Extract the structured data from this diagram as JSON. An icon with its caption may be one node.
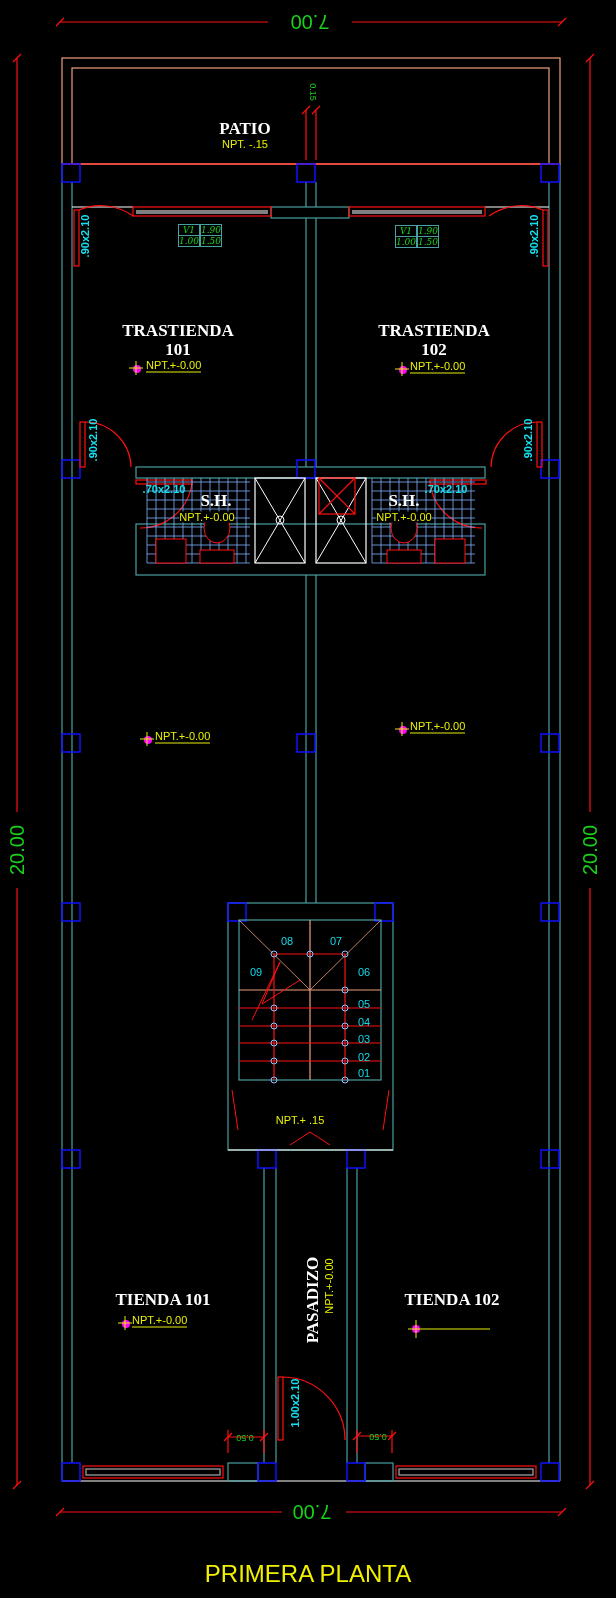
{
  "diagram": {
    "caption": "PRIMERA PLANTA",
    "nodes": [
      {
        "text": [
          "PATIO",
          "NPT. -.15"
        ]
      },
      {
        "text": [
          "TRASTIENDA 101",
          "NPT.+-0.00"
        ]
      },
      {
        "text": [
          "TRASTIENDA 102",
          "NPT.+-0.00"
        ]
      },
      {
        "text": [
          "S.H.",
          "NPT.+-0.00"
        ]
      },
      {
        "text": [
          "S.H.",
          "NPT.+-0.00"
        ]
      },
      {
        "text": [
          "NPT.+ .15"
        ]
      },
      {
        "text": [
          "TIENDA 101",
          "NPT.+-0.00"
        ]
      },
      {
        "text": [
          "PASADIZO",
          "NPT.+-0.00"
        ]
      },
      {
        "text": [
          "TIENDA 102"
        ]
      }
    ],
    "labels": [
      "7.00",
      "0.15",
      "V1",
      "1.90",
      "1.00",
      "1.50",
      "V1",
      "1.90",
      "1.00",
      "1.50",
      ".90x2.10",
      ".90x2.10",
      ".90x2.10",
      ".90x2.10",
      ".70x2.10",
      ".70x2.10",
      "NPT.+-0.00",
      "NPT.+-0.00",
      "20.00",
      "20.00",
      "08",
      "07",
      "09",
      "06",
      "05",
      "04",
      "03",
      "02",
      "01",
      "1.00x2.10",
      "0.50",
      "0.50",
      "7.00"
    ]
  }
}
